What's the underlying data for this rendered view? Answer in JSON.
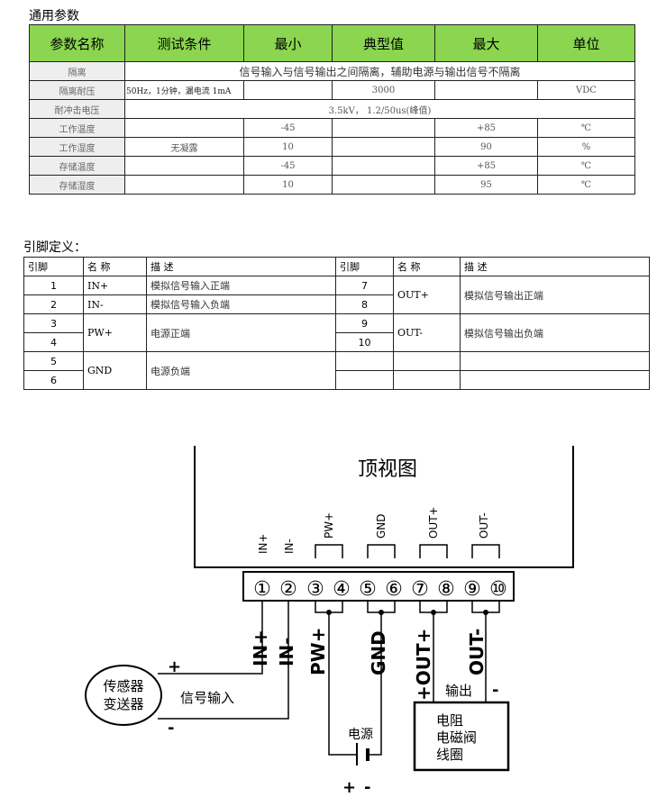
{
  "spec": {
    "title": "通用参数",
    "headers": [
      "参数名称",
      "测试条件",
      "最小",
      "典型值",
      "最大",
      "单位"
    ],
    "rows": [
      {
        "name": "隔离",
        "span_text": "信号输入与信号输出之间隔离，辅助电源与输出信号不隔离"
      },
      {
        "name": "隔离耐压",
        "cond": "50Hz，1分钟，漏电流 1mA",
        "min": "",
        "typ": "3000",
        "max": "",
        "unit": "VDC"
      },
      {
        "name": "耐冲击电压",
        "span_text": "3.5kV， 1.2/50us(峰值)"
      },
      {
        "name": "工作温度",
        "cond": "",
        "min": "-45",
        "typ": "",
        "max": "+85",
        "unit": "℃"
      },
      {
        "name": "工作湿度",
        "cond": "无凝露",
        "min": "10",
        "typ": "",
        "max": "90",
        "unit": "%"
      },
      {
        "name": "存储温度",
        "cond": "",
        "min": "-45",
        "typ": "",
        "max": "+85",
        "unit": "℃"
      },
      {
        "name": "存储湿度",
        "cond": "",
        "min": "10",
        "typ": "",
        "max": "95",
        "unit": "℃"
      }
    ]
  },
  "pins": {
    "title": "引脚定义：",
    "headers": [
      "引脚",
      "名 称",
      "描    述",
      "引脚",
      "名 称",
      "描    述"
    ],
    "left": [
      {
        "pins": [
          "1"
        ],
        "name": "IN+",
        "desc": "模拟信号输入正端"
      },
      {
        "pins": [
          "2"
        ],
        "name": "IN-",
        "desc": "模拟信号输入负端"
      },
      {
        "pins": [
          "3",
          "4"
        ],
        "name": "PW+",
        "desc": "电源正端"
      },
      {
        "pins": [
          "5",
          "6"
        ],
        "name": "GND",
        "desc": "电源负端"
      }
    ],
    "right": [
      {
        "pins": [
          "7",
          "8"
        ],
        "name": "OUT+",
        "desc": "模拟信号输出正端"
      },
      {
        "pins": [
          "9",
          "10"
        ],
        "name": "OUT-",
        "desc": "模拟信号输出负端"
      }
    ]
  },
  "diagram": {
    "top_view": "顶视图",
    "top_labels": [
      "IN+",
      "IN-",
      "PW+",
      "GND",
      "OUT+",
      "OUT-"
    ],
    "terminals": [
      "①",
      "②",
      "③",
      "④",
      "⑤",
      "⑥",
      "⑦",
      "⑧",
      "⑨",
      "⑩"
    ],
    "wire_labels": [
      "IN+",
      "IN-",
      "PW+",
      "GND",
      "+OUT+",
      "OUT-"
    ],
    "sensor": [
      "传感器",
      "变送器"
    ],
    "signal_input": "信号输入",
    "output": "输出",
    "power": "电源",
    "load": [
      "电阻",
      "电磁阀",
      "线圈"
    ],
    "plus": "+",
    "minus": "-"
  }
}
